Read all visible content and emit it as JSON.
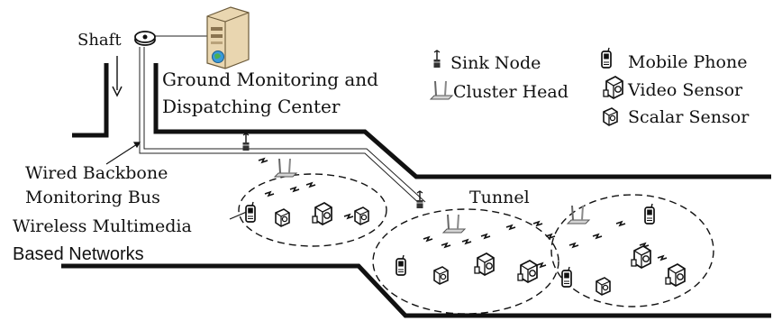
{
  "labels": {
    "shaft": "Shaft",
    "center_line1": "Ground Monitoring and",
    "center_line2": "Dispatching Center",
    "wired_line1": "Wired Backbone",
    "wired_line2": "Monitoring Bus",
    "wireless_line1": "Wireless Multimedia",
    "wireless_line2": "Based Networks",
    "tunnel": "Tunnel"
  },
  "legend": [
    {
      "icon": "sink-node-icon",
      "label": "Sink Node"
    },
    {
      "icon": "cluster-head-icon",
      "label": "Cluster Head"
    },
    {
      "icon": "mobile-phone-icon",
      "label": "Mobile Phone"
    },
    {
      "icon": "video-sensor-icon",
      "label": "Video Sensor"
    },
    {
      "icon": "scalar-sensor-icon",
      "label": "Scalar Sensor"
    }
  ]
}
